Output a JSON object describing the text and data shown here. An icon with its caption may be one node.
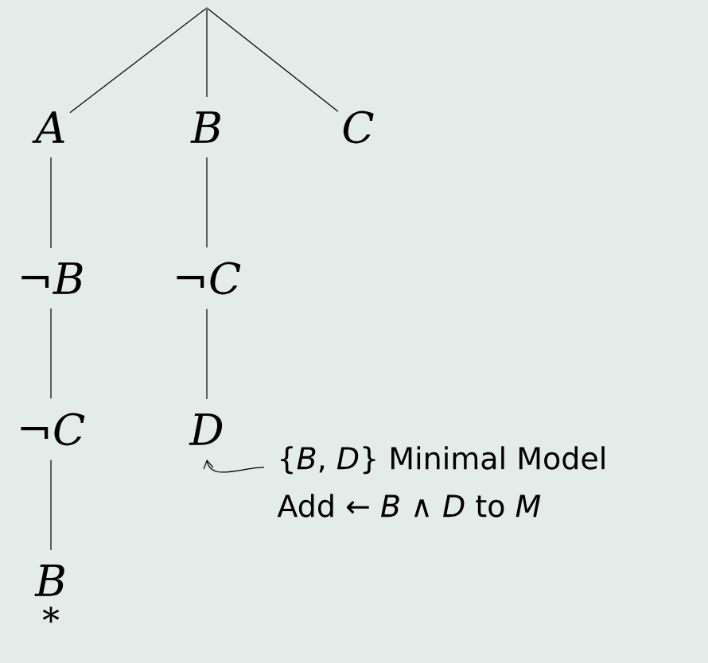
{
  "diagram": {
    "nodes": [
      {
        "text": [],
        "shape": "point"
      },
      {
        "text": [
          "*A*"
        ]
      },
      {
        "text": [
          "*B*"
        ]
      },
      {
        "text": [
          "*C*"
        ]
      },
      {
        "text": [
          "¬*B*"
        ]
      },
      {
        "text": [
          "¬*C*"
        ]
      },
      {
        "text": [
          "¬*C*"
        ]
      },
      {
        "text": [
          "*D*"
        ]
      },
      {
        "text": [
          "*B*"
        ],
        "beside": [
          "∗"
        ]
      },
      {
        "text": [
          "{*B*, *D*} Minimal Model",
          "Add ← *B* ∧ *D* to *M*"
        ]
      }
    ],
    "edges": [
      {
        "from": 0,
        "to": 1,
        "arrow": "none"
      },
      {
        "from": 0,
        "to": 2,
        "arrow": "none"
      },
      {
        "from": 0,
        "to": 3,
        "arrow": "none"
      },
      {
        "from": 1,
        "to": 4,
        "arrow": "none"
      },
      {
        "from": 2,
        "to": 5,
        "arrow": "none"
      },
      {
        "from": 4,
        "to": 6,
        "arrow": "none"
      },
      {
        "from": 5,
        "to": 7,
        "arrow": "none"
      },
      {
        "from": 6,
        "to": 8,
        "arrow": "none"
      },
      {
        "from": 9,
        "to": 7,
        "arrow": "to"
      }
    ]
  }
}
